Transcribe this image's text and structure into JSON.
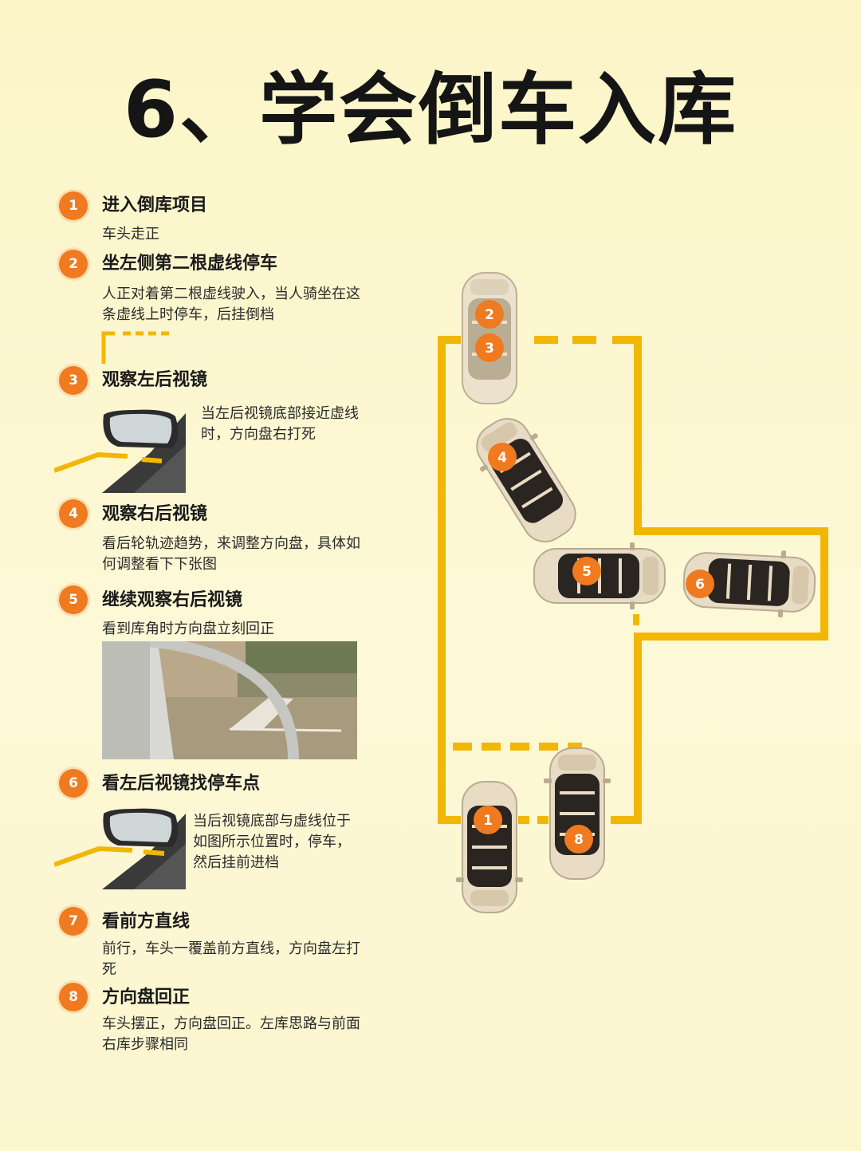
{
  "title": "6、学会倒车入库",
  "steps": [
    {
      "num": "1",
      "title": "进入倒库项目",
      "desc": "车头走正"
    },
    {
      "num": "2",
      "title": "坐左侧第二根虚线停车",
      "desc": "人正对着第二根虚线驶入，当人骑坐在这条虚线上时停车，后挂倒档"
    },
    {
      "num": "3",
      "title": "观察左后视镜",
      "desc": "当左后视镜底部接近虚线时，方向盘右打死"
    },
    {
      "num": "4",
      "title": "观察右后视镜",
      "desc": "看后轮轨迹趋势，来调整方向盘，具体如何调整看下下张图"
    },
    {
      "num": "5",
      "title": "继续观察右后视镜",
      "desc": "看到库角时方向盘立刻回正"
    },
    {
      "num": "6",
      "title": "看左后视镜找停车点",
      "desc": "当后视镜底部与虚线位于如图所示位置时，停车，然后挂前进档"
    },
    {
      "num": "7",
      "title": "看前方直线",
      "desc": "前行，车头一覆盖前方直线，方向盘左打死"
    },
    {
      "num": "8",
      "title": "方向盘回正",
      "desc": "车头摆正，方向盘回正。左库思路与前面右库步骤相同"
    }
  ],
  "diagram": {
    "cars": [
      {
        "label": "2"
      },
      {
        "label": "3"
      },
      {
        "label": "4"
      },
      {
        "label": "5"
      },
      {
        "label": "6"
      },
      {
        "label": "1"
      },
      {
        "label": "8"
      }
    ]
  },
  "colors": {
    "accent": "#ef7a1f",
    "line": "#f2b705",
    "background": "#fdf7cf"
  }
}
